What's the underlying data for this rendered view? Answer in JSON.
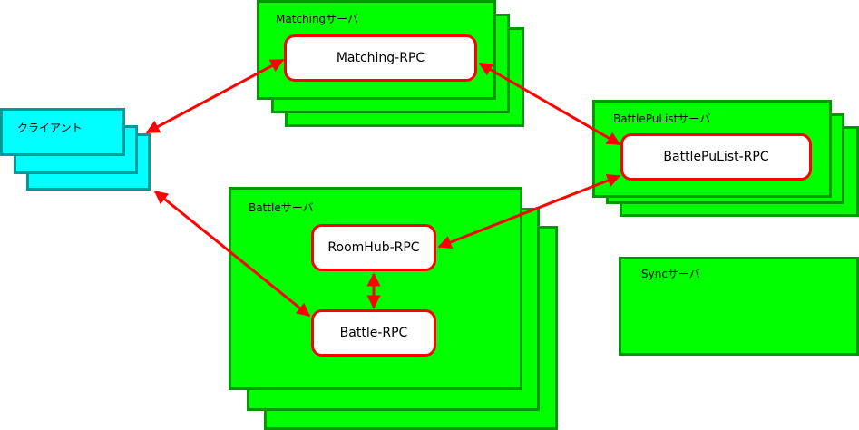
{
  "diagram": {
    "colors": {
      "client_fill": "#00ffff",
      "client_border": "#009999",
      "server_fill": "#00ff00",
      "server_border": "#009900",
      "rpc_fill": "#ffffff",
      "rpc_border": "#ff0000",
      "arrow": "#ff0000"
    },
    "client": {
      "label": "クライアント"
    },
    "servers": {
      "matching": {
        "label": "Matchingサーバ",
        "rpc": "Matching-RPC"
      },
      "battlepulist": {
        "label": "BattlePuListサーバ",
        "rpc": "BattlePuList-RPC"
      },
      "battle": {
        "label": "Battleサーバ",
        "rpc_roomhub": "RoomHub-RPC",
        "rpc_battle": "Battle-RPC"
      },
      "sync": {
        "label": "Syncサーバ"
      }
    },
    "connections": [
      {
        "from": "client",
        "to": "Matching-RPC",
        "direction": "bidirectional"
      },
      {
        "from": "Matching-RPC",
        "to": "BattlePuList-RPC",
        "direction": "bidirectional"
      },
      {
        "from": "BattlePuList-RPC",
        "to": "RoomHub-RPC",
        "direction": "bidirectional"
      },
      {
        "from": "client",
        "to": "Battle-RPC",
        "direction": "bidirectional"
      },
      {
        "from": "RoomHub-RPC",
        "to": "Battle-RPC",
        "direction": "bidirectional"
      }
    ]
  }
}
